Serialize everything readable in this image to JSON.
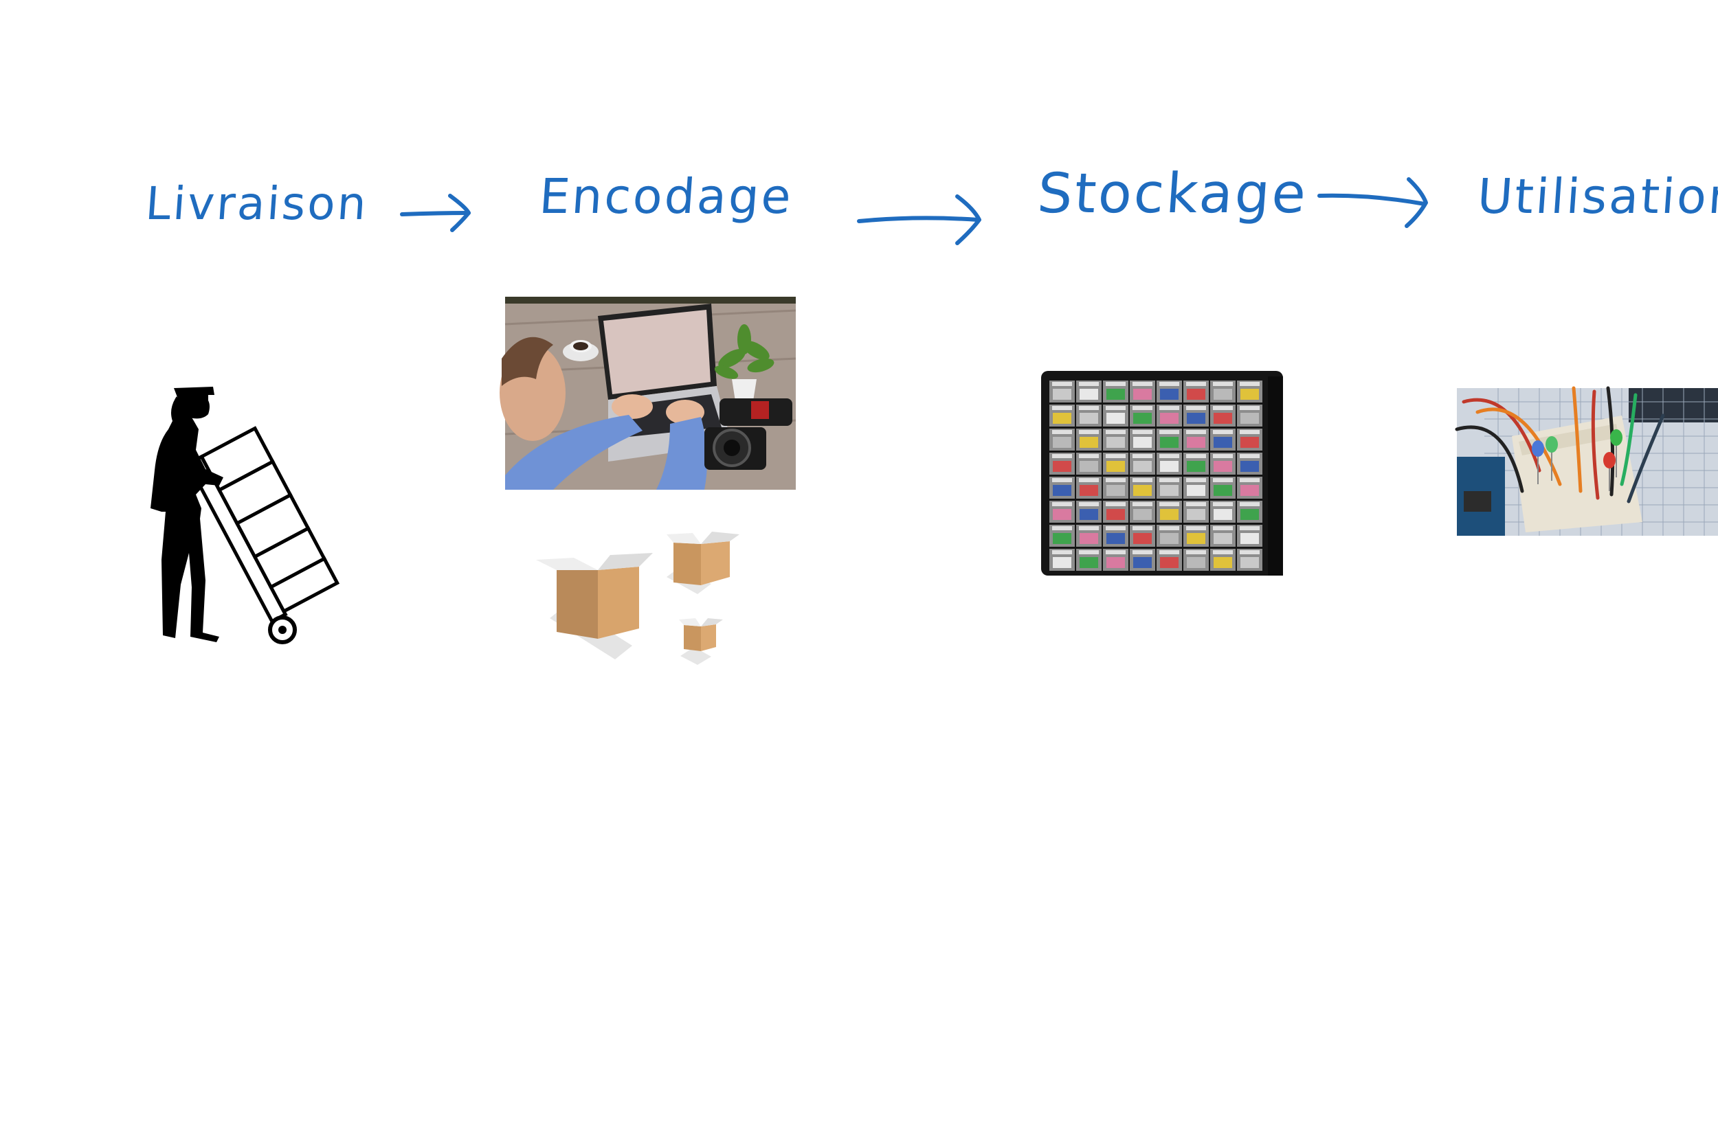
{
  "stages": [
    {
      "label": "Livraison",
      "illustration": "delivery-worker-hand-truck"
    },
    {
      "label": "Encodage",
      "illustration": "laptop-desk-photo-and-cardboard-boxes"
    },
    {
      "label": "Stockage",
      "illustration": "small-parts-drawer-cabinet"
    },
    {
      "label": "Utilisation",
      "illustration": "breadboard-leds-arduino-photo"
    }
  ],
  "colors": {
    "ink": "#1f6cbf",
    "background": "#ffffff"
  }
}
